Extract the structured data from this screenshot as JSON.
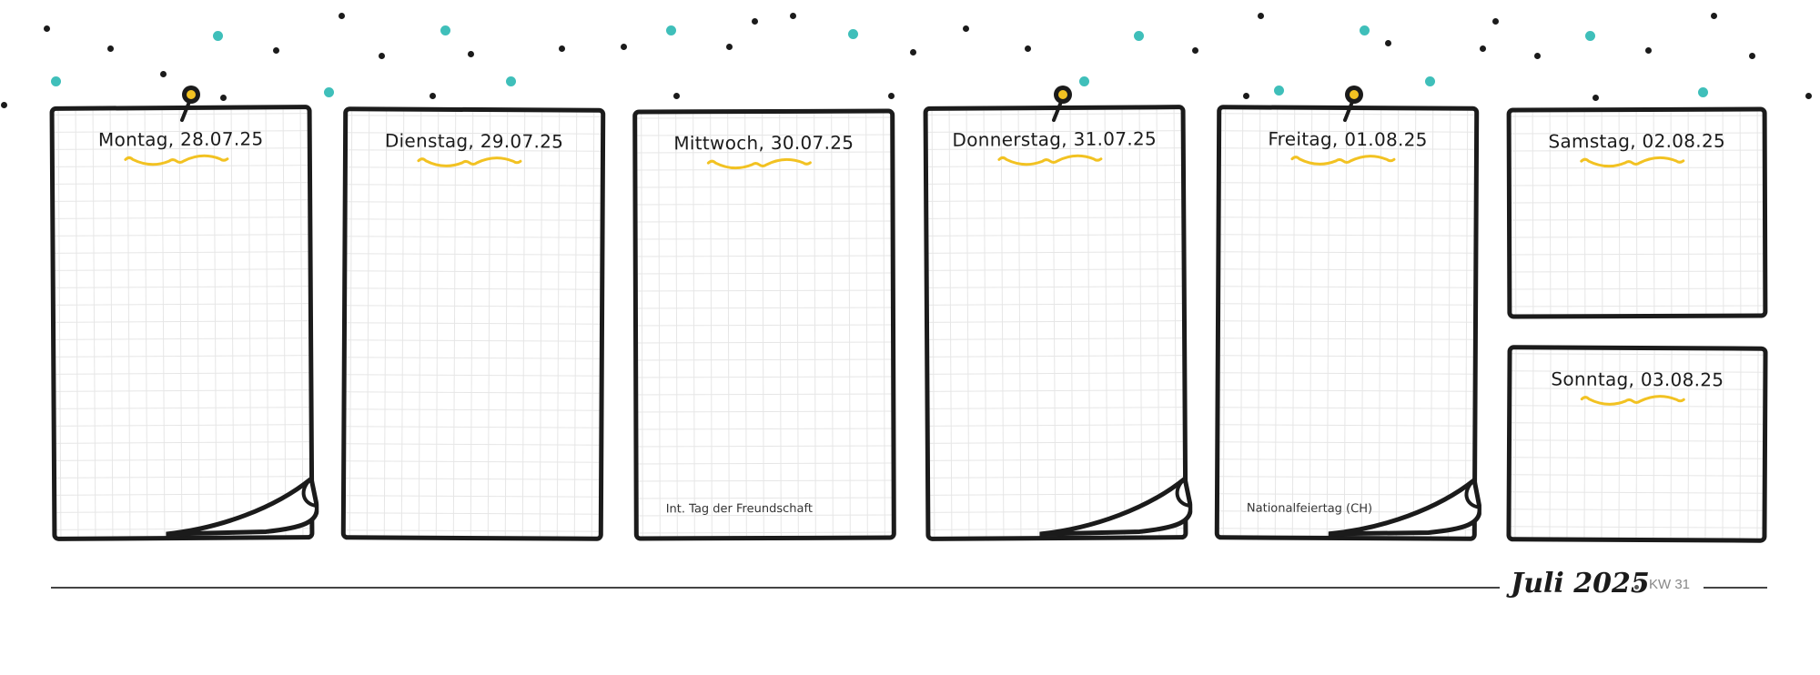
{
  "colors": {
    "ink": "#1b1b1b",
    "accent_teal": "#3fbfba",
    "accent_yellow": "#f2c222",
    "grid": "#e6e6e6"
  },
  "days": [
    {
      "label": "Montag, 28.07.25",
      "note": ""
    },
    {
      "label": "Dienstag, 29.07.25",
      "note": ""
    },
    {
      "label": "Mittwoch, 30.07.25",
      "note": "Int. Tag der Freundschaft"
    },
    {
      "label": "Donnerstag, 31.07.25",
      "note": ""
    },
    {
      "label": "Freitag, 01.08.25",
      "note": "Nationalfeiertag (CH)"
    },
    {
      "label": "Samstag, 02.08.25",
      "note": ""
    },
    {
      "label": "Sonntag, 03.08.25",
      "note": ""
    }
  ],
  "footer": {
    "month": "Juli 2025",
    "week": "KW 31"
  },
  "icons": [
    "pin-icon",
    "page-curl-icon",
    "swash-icon",
    "confetti-dot-icon"
  ]
}
